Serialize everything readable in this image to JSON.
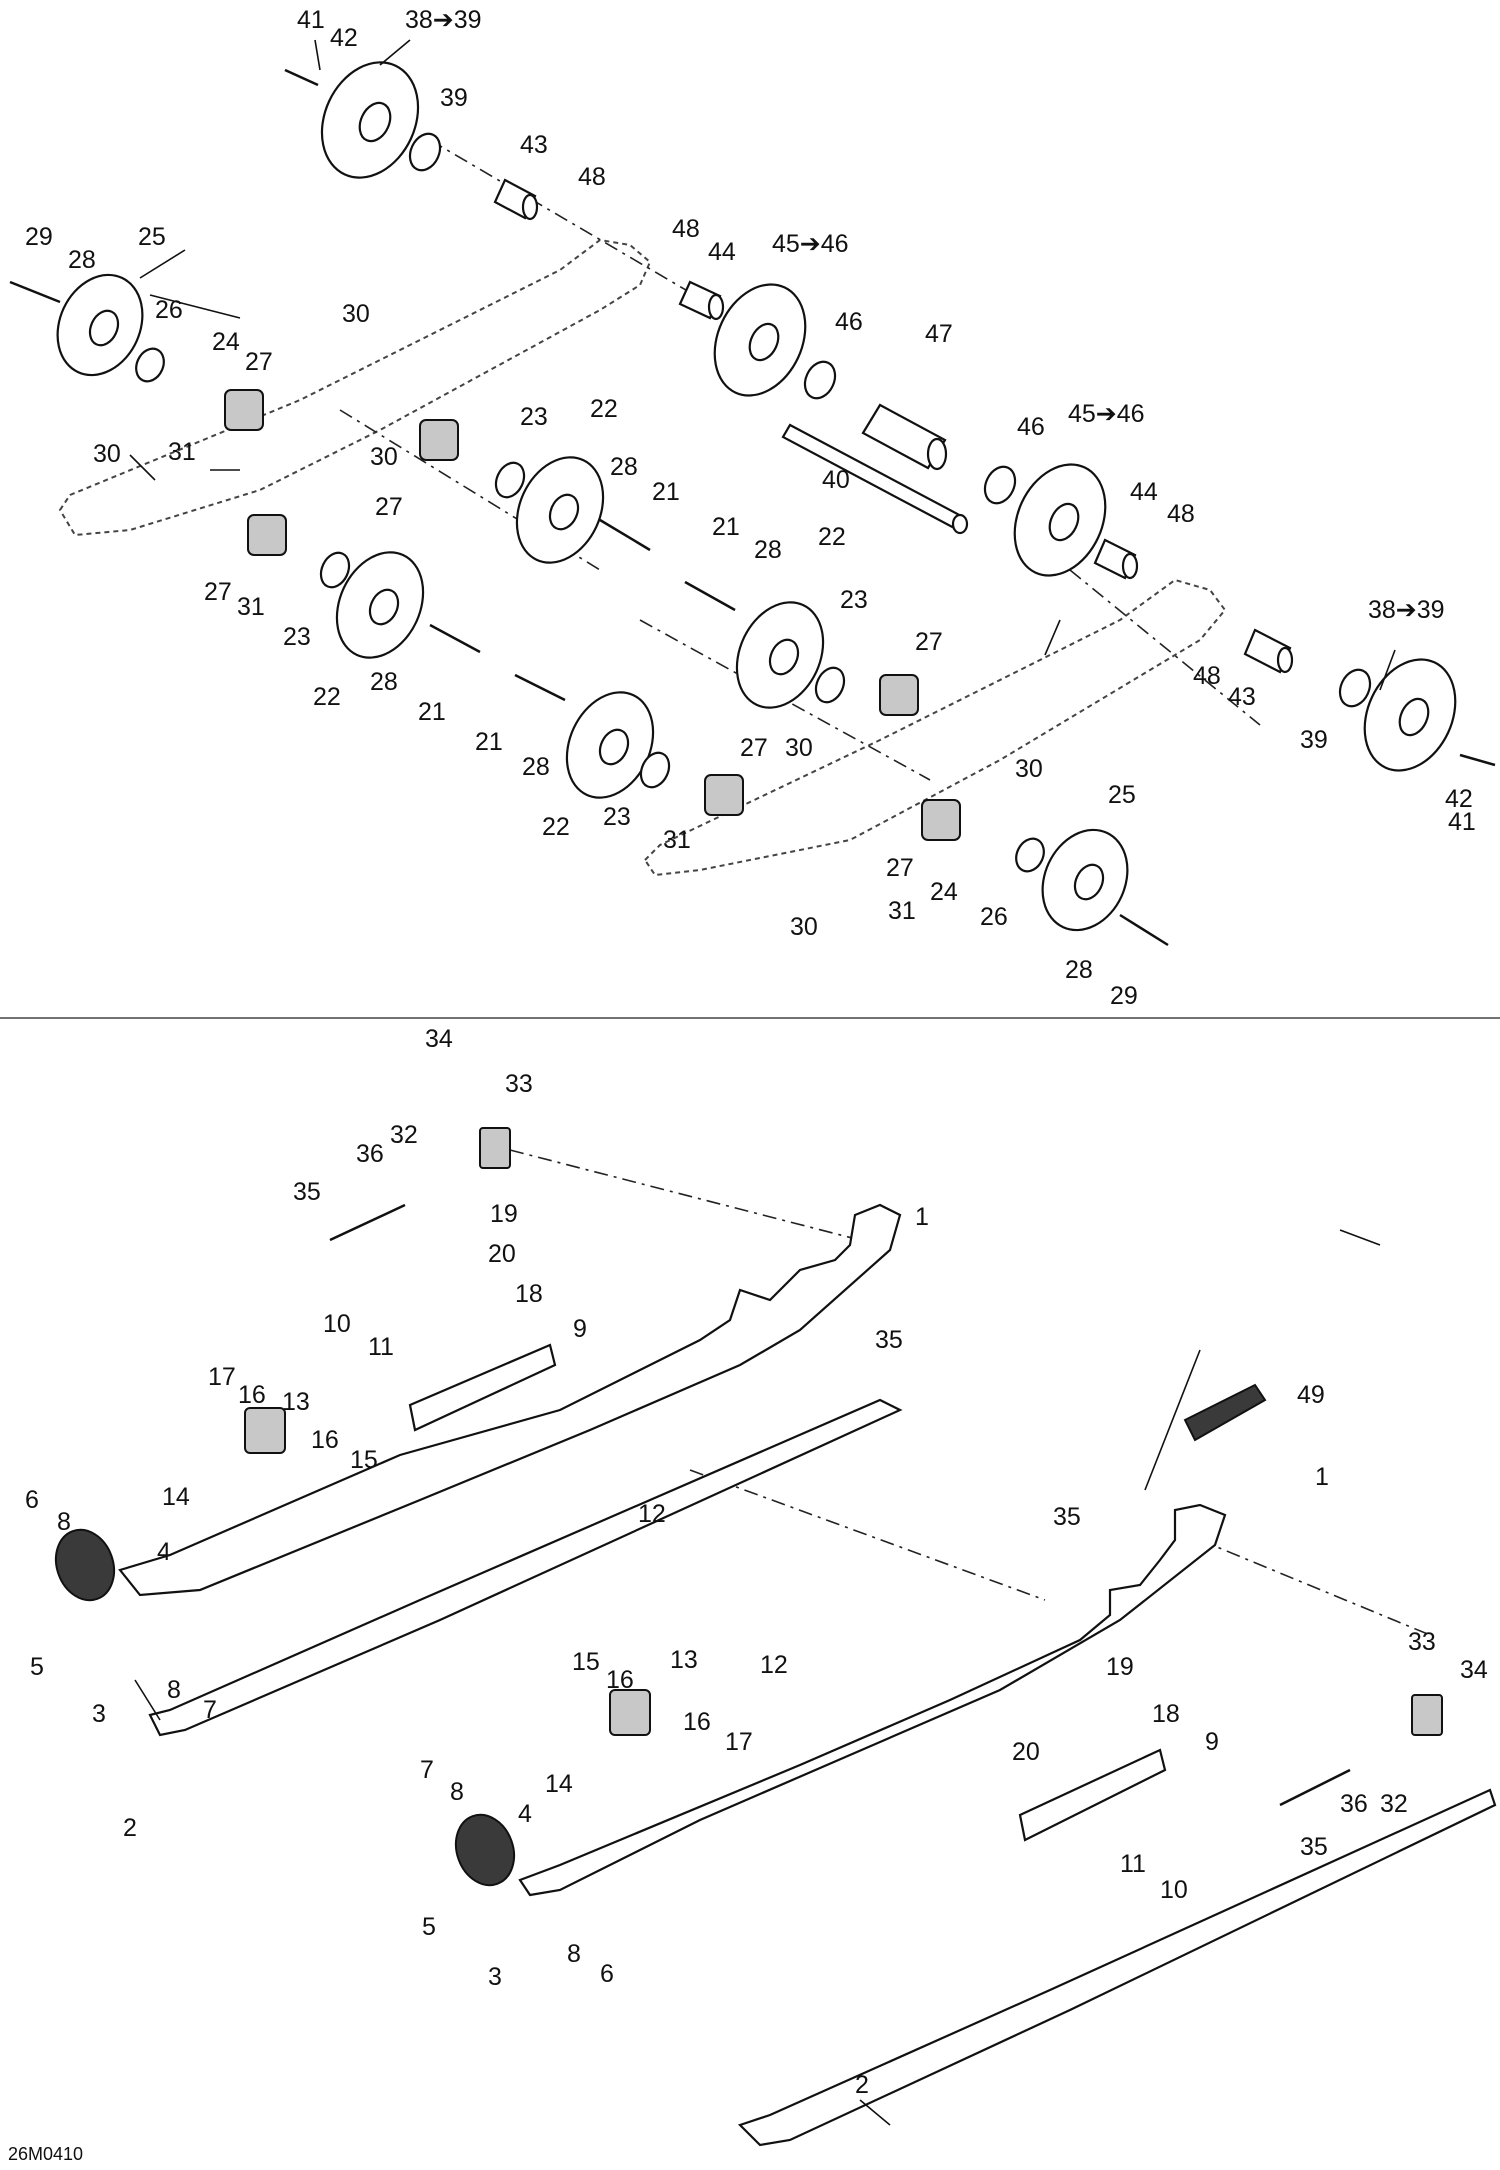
{
  "diagram_code": "26M0410",
  "colors": {
    "line": "#111111",
    "background": "#ffffff",
    "dashed_frame": "#444444"
  },
  "upper_view": {
    "labels": [
      "41",
      "42",
      "38➔39",
      "39",
      "43",
      "48",
      "48",
      "44",
      "45➔46",
      "46",
      "47",
      "46",
      "45➔46",
      "44",
      "48",
      "40",
      "29",
      "28",
      "25",
      "26",
      "24",
      "27",
      "30",
      "30",
      "30",
      "31",
      "27",
      "23",
      "22",
      "28",
      "21",
      "27",
      "31",
      "23",
      "22",
      "28",
      "21",
      "21",
      "28",
      "22",
      "23",
      "27",
      "21",
      "28",
      "22",
      "23",
      "30",
      "30",
      "27",
      "31",
      "27",
      "31",
      "24",
      "26",
      "25",
      "30",
      "28",
      "29",
      "38➔39",
      "48",
      "43",
      "39",
      "42",
      "41"
    ]
  },
  "lower_view": {
    "labels": [
      "34",
      "33",
      "32",
      "36",
      "35",
      "19",
      "20",
      "18",
      "9",
      "1",
      "10",
      "11",
      "35",
      "17",
      "16",
      "13",
      "16",
      "15",
      "14",
      "12",
      "6",
      "8",
      "4",
      "5",
      "3",
      "8",
      "7",
      "2",
      "49",
      "1",
      "35",
      "12",
      "15",
      "16",
      "13",
      "16",
      "17",
      "14",
      "19",
      "18",
      "20",
      "9",
      "33",
      "34",
      "32",
      "36",
      "35",
      "7",
      "8",
      "4",
      "5",
      "3",
      "8",
      "6",
      "11",
      "10",
      "2"
    ]
  }
}
